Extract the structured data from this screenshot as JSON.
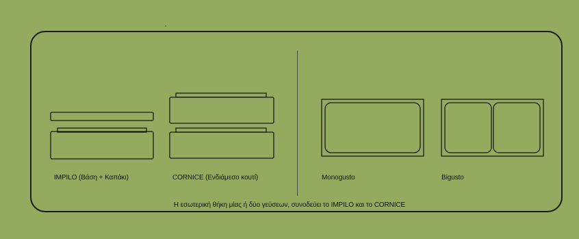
{
  "products": {
    "impilo": {
      "label": "IMPILO (Βάση + Καπάκι)"
    },
    "cornice": {
      "label": "CORNICE (Ενδιάμεσο κουτί)"
    },
    "monogusto": {
      "label": "Monogusto"
    },
    "bigusto": {
      "label": "Bigusto"
    }
  },
  "caption": "Η εσωτερική θήκη μίας ή δύο γεύσεων, συνοδεύει το IMPILO και το CORNICE",
  "colors": {
    "background": "#94aa5f",
    "stroke": "#1a1a1a"
  }
}
